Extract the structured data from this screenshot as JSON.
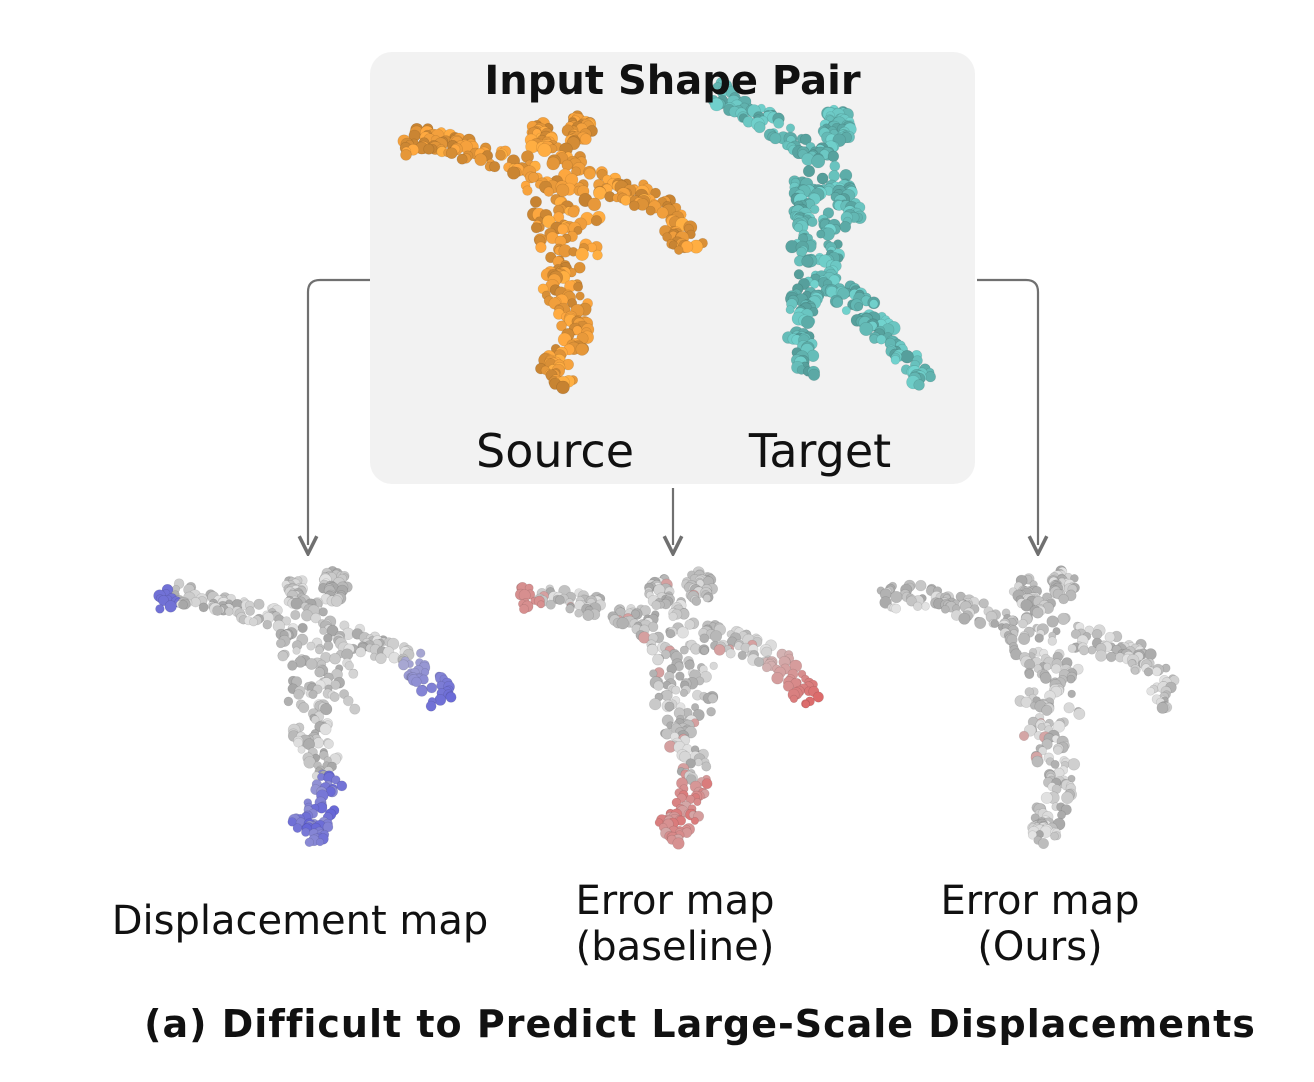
{
  "panel": {
    "title": "Input Shape Pair",
    "source_label": "Source",
    "target_label": "Target"
  },
  "outputs": {
    "displacement_label": "Displacement map",
    "baseline_line1": "Error map",
    "baseline_line2": "(baseline)",
    "ours_line1": "Error map",
    "ours_line2": "(Ours)"
  },
  "caption": "(a) Difficult to Predict Large-Scale Displacements",
  "colors": {
    "panel_bg": "#f2f2f2",
    "source_points": "#e8993a",
    "target_points": "#63b8b4",
    "neutral_points": "#cfcfcf",
    "displacement_high": "#5a5ad8",
    "error_high": "#de5a5a",
    "arrow": "#707070"
  }
}
